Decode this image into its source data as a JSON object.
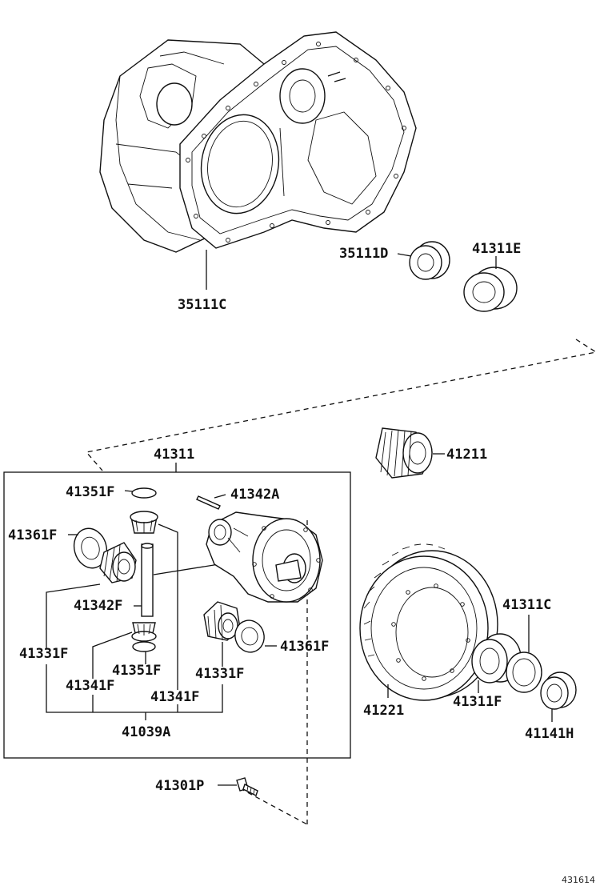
{
  "diagram": {
    "ref_number": "431614",
    "labels": {
      "p35111C": "35111C",
      "p35111D": "35111D",
      "p41311E": "41311E",
      "p41211": "41211",
      "p41311": "41311",
      "p41351F_top": "41351F",
      "p41342A": "41342A",
      "p41361F_left": "41361F",
      "p41342F": "41342F",
      "p41331F_left": "41331F",
      "p41351F_bottom": "41351F",
      "p41341F_left": "41341F",
      "p41331F_right": "41331F",
      "p41361F_right": "41361F",
      "p41341F_right": "41341F",
      "p41039A": "41039A",
      "p41301P": "41301P",
      "p41221": "41221",
      "p41311C": "41311C",
      "p41311F": "41311F",
      "p41141H": "41141H"
    }
  }
}
